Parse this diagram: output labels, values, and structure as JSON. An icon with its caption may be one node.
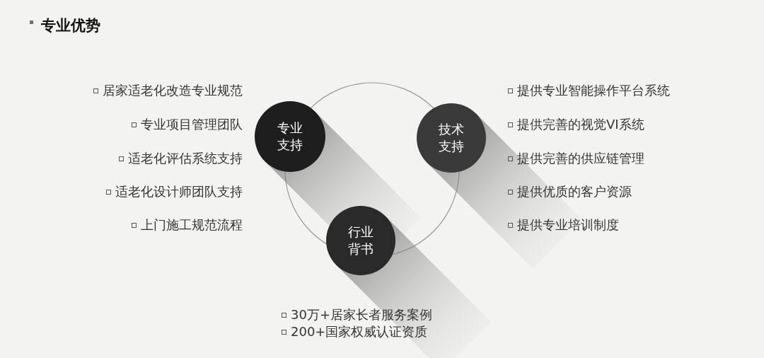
{
  "diagram": {
    "title": "专业优势",
    "nodes": [
      {
        "text": [
          "专业支持"
        ]
      },
      {
        "text": [
          "技术支持"
        ]
      },
      {
        "text": [
          "行业背书"
        ]
      }
    ],
    "edges": [],
    "labels": [
      "居家适老化改造专业规范",
      "提供专业智能操作平台系统",
      "专业项目管理团队",
      "提供完善的视觉VI系统",
      "适老化评估系统支持",
      "提供完善的供应链管理",
      "适老化设计师团队支持",
      "提供优质的客户资源",
      "上门施工规范流程",
      "提供专业培训制度",
      "30万+居家长者服务案例",
      "200+国家权威认证资质"
    ]
  }
}
